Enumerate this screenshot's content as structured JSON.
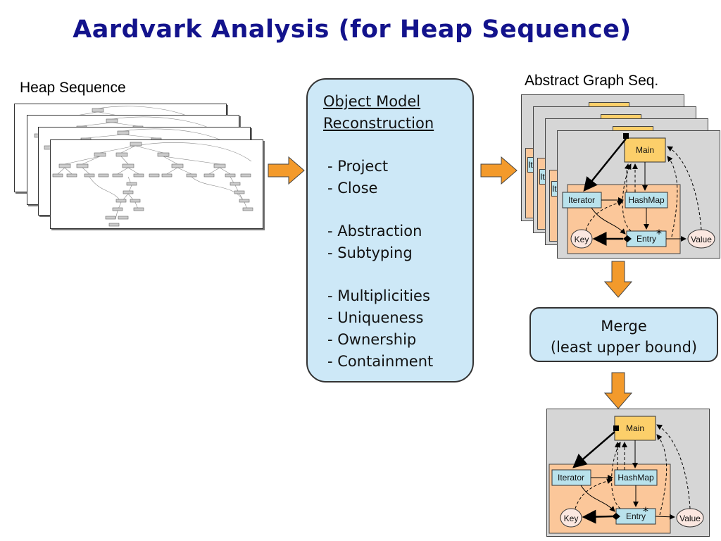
{
  "title": "Aardvark Analysis (for Heap Sequence)",
  "heap_sequence_label": "Heap Sequence",
  "abstract_graph_label": "Abstract Graph Seq.",
  "process": {
    "heading_line1": "Object Model",
    "heading_line2": "Reconstruction",
    "group1": [
      "- Project",
      "- Close"
    ],
    "group2": [
      "- Abstraction",
      "- Subtyping"
    ],
    "group3": [
      "- Multiplicities",
      "- Uniqueness",
      "- Ownership",
      "- Containment"
    ]
  },
  "merge": {
    "line1": "Merge",
    "line2": "(least upper bound)"
  },
  "graph": {
    "nodes": {
      "main": "Main",
      "iterator": "Iterator",
      "hashmap": "HashMap",
      "entry": "Entry",
      "key": "Key",
      "value": "Value"
    },
    "multiplicity_mark": "*",
    "peek_label_fragment": "It",
    "colors": {
      "main_fill": "#fccf6a",
      "box_fill": "#b9e2ec",
      "region_fill": "#fbc79a",
      "oval_fill": "#fbe7e0",
      "panel_fill": "#d6d6d6"
    }
  },
  "colors": {
    "title": "#13138c",
    "process_fill": "#cde8f7",
    "arrow_fill": "#f39a2b"
  }
}
